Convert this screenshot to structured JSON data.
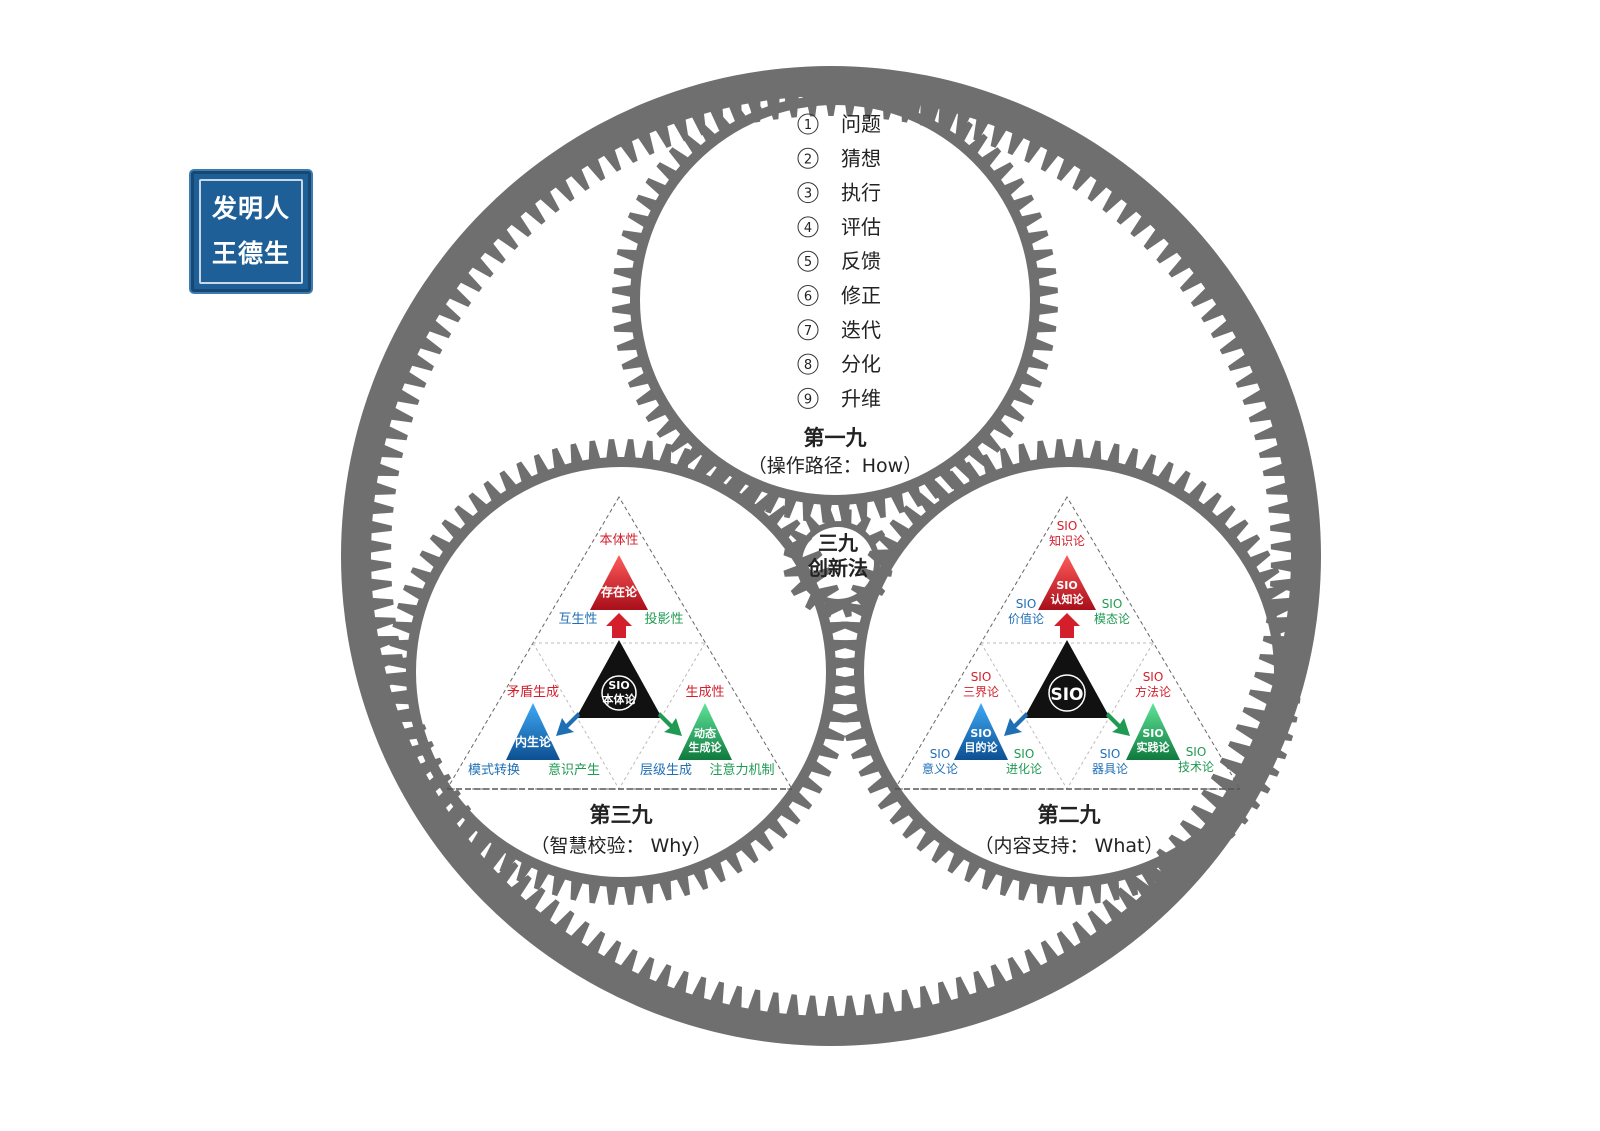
{
  "stamp": {
    "line1": "发明人",
    "line2": "王德生"
  },
  "center_hub": {
    "line1": "三九",
    "line2": "创新法"
  },
  "top_gear": {
    "steps": [
      {
        "num": "1",
        "label": "问题"
      },
      {
        "num": "2",
        "label": "猜想"
      },
      {
        "num": "3",
        "label": "执行"
      },
      {
        "num": "4",
        "label": "评估"
      },
      {
        "num": "5",
        "label": "反馈"
      },
      {
        "num": "6",
        "label": "修正"
      },
      {
        "num": "7",
        "label": "迭代"
      },
      {
        "num": "8",
        "label": "分化"
      },
      {
        "num": "9",
        "label": "升维"
      }
    ],
    "title": "第一九",
    "subtitle": "（操作路径：How）"
  },
  "left_gear": {
    "title": "第三九",
    "subtitle": "（智慧校验：  Why）",
    "center": {
      "line1": "SIO",
      "line2": "本体论"
    },
    "top_tri": "存在论",
    "left_tri": "内生论",
    "right_tri": {
      "line1": "动态",
      "line2": "生成论"
    },
    "labels": {
      "top_red": "本体性",
      "top_left_blue": "互生性",
      "top_right_green": "投影性",
      "left_red": "矛盾生成",
      "left_bottom_blue": "模式转换",
      "left_bottom_green": "意识产生",
      "right_red": "生成性",
      "right_bottom_blue": "层级生成",
      "right_bottom_green": "注意力机制"
    }
  },
  "right_gear": {
    "title": "第二九",
    "subtitle": "（内容支持：  What）",
    "center": "SIO",
    "top_tri": {
      "line1": "SIO",
      "line2": "认知论"
    },
    "left_tri": {
      "line1": "SIO",
      "line2": "目的论"
    },
    "right_tri": {
      "line1": "SIO",
      "line2": "实践论"
    },
    "labels": {
      "top_red": {
        "line1": "SIO",
        "line2": "知识论"
      },
      "top_left_blue": {
        "line1": "SIO",
        "line2": "价值论"
      },
      "top_right_green": {
        "line1": "SIO",
        "line2": "模态论"
      },
      "left_red": {
        "line1": "SIO",
        "line2": "三界论"
      },
      "left_bottom_blue": {
        "line1": "SIO",
        "line2": "意义论"
      },
      "left_bottom_green": {
        "line1": "SIO",
        "line2": "进化论"
      },
      "right_red": {
        "line1": "SIO",
        "line2": "方法论"
      },
      "right_bottom_blue": {
        "line1": "SIO",
        "line2": "器具论"
      },
      "right_bottom_green": {
        "line1": "SIO",
        "line2": "技术论"
      }
    }
  },
  "colors": {
    "gear": "#6f6f6f",
    "red": "#d21f2b",
    "blue": "#1f6fb5",
    "green": "#1f9a52",
    "black": "#111111"
  }
}
